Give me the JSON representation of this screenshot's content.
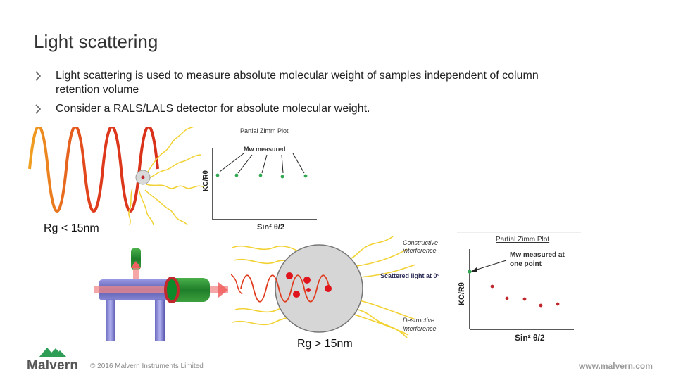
{
  "slide": {
    "title": "Light scattering",
    "bullets": [
      "Light scattering is used to measure absolute molecular weight of samples independent of column retention volume",
      "Consider a RALS/LALS detector for absolute molecular weight."
    ]
  },
  "small_particle": {
    "label": "Rg < 15nm"
  },
  "large_particle": {
    "label": "Rg > 15nm",
    "annotations": {
      "constructive": "Constructive interference",
      "scattered": "Scattered light at 0°",
      "destructive": "Destructive interference"
    }
  },
  "zimm_small": {
    "title": "Partial Zimm Plot",
    "annotation": "Mw measured",
    "ylabel": "KC/Rθ",
    "xlabel": "Sin² θ/2",
    "point_color": "#2fa84f"
  },
  "zimm_large": {
    "title": "Partial Zimm Plot",
    "annotation_line1": "Mw measured at",
    "annotation_line2": "one point",
    "ylabel": "KC/Rθ",
    "xlabel": "Sin² θ/2",
    "point_color_first": "#2fa84f",
    "point_color": "#c0282e"
  },
  "footer": {
    "brand": "Malvern",
    "copyright": "© 2016 Malvern Instruments Limited",
    "url": "www.malvern.com",
    "brand_color": "#2e9e57"
  },
  "icons": {
    "bullet": "chevron-right-icon",
    "logo": "mountain-logo-icon",
    "detector": "detector-cell-icon"
  }
}
